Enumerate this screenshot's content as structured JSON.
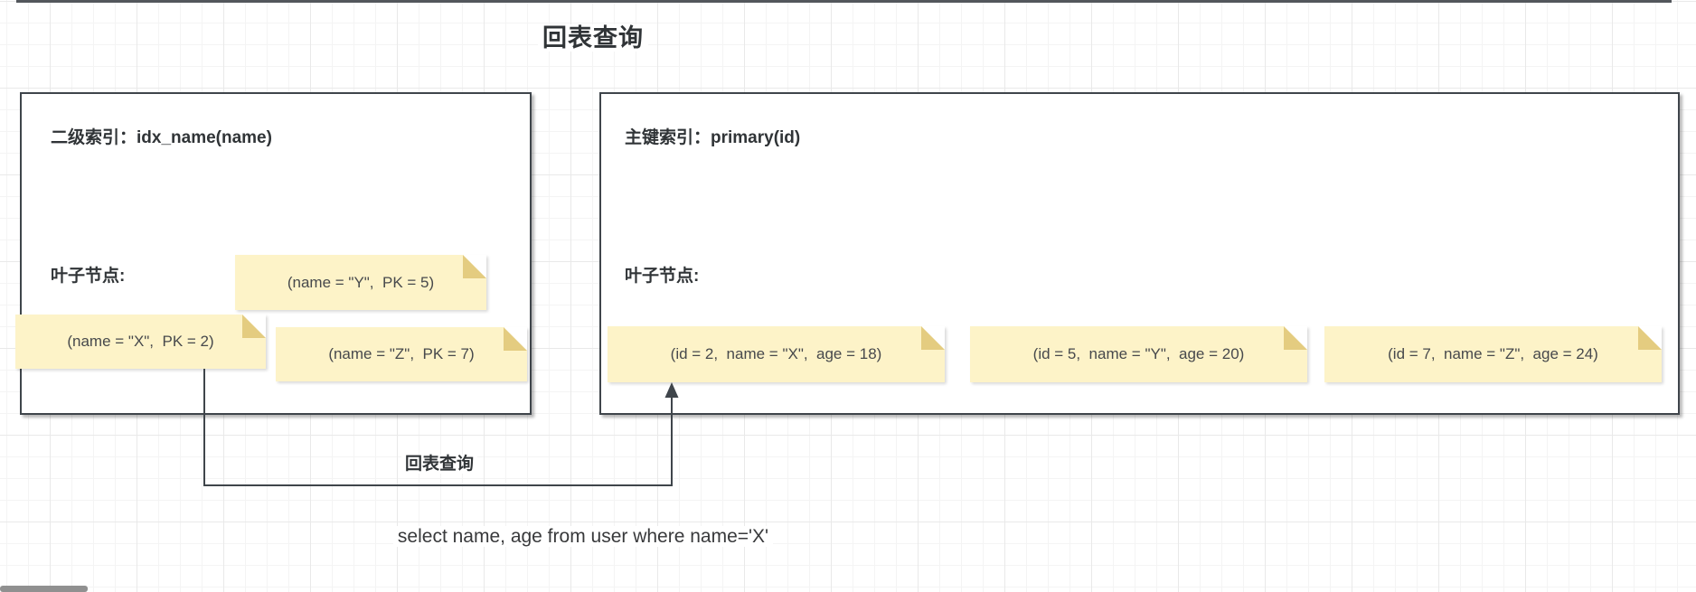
{
  "title": "回表查询",
  "boxes": {
    "secondary_index": {
      "header": "二级索引：idx_name(name)",
      "leaf_label": "叶子节点:",
      "notes": [
        {
          "text": "(name = \"Y\",  PK = 5)"
        },
        {
          "text": "(name = \"X\",  PK = 2)"
        },
        {
          "text": "(name = \"Z\",  PK = 7)"
        }
      ]
    },
    "primary_index": {
      "header": "主键索引：primary(id)",
      "leaf_label": "叶子节点:",
      "notes": [
        {
          "text": "(id = 2,  name = \"X\",  age = 18)"
        },
        {
          "text": "(id = 5,  name = \"Y\",  age = 20)"
        },
        {
          "text": "(id = 7,  name = \"Z\",  age = 24)"
        }
      ]
    }
  },
  "arrow": {
    "label": "回表查询"
  },
  "sql": {
    "text": "select name, age from user where name='X'"
  },
  "colors": {
    "box-border": "#3f454b",
    "note-fill": "#fdf3c8",
    "note-fold": "#e4cc80",
    "text-dark": "#303437",
    "note-text": "#47494c",
    "arrow": "#3f454b"
  }
}
